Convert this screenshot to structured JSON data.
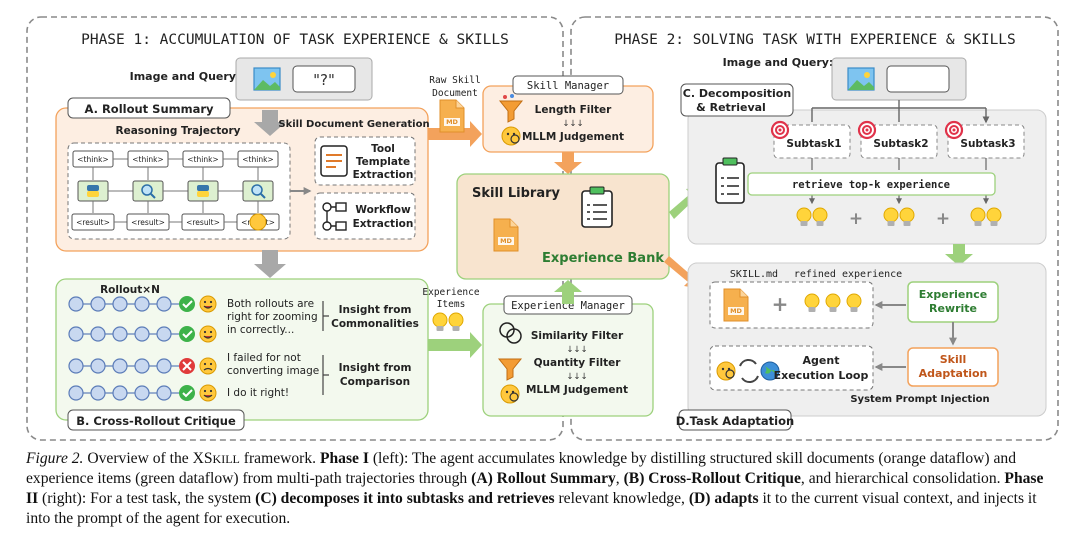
{
  "phase1": {
    "title": "PHASE 1: ACCUMULATION OF TASK EXPERIENCE & SKILLS",
    "image_query_label": "Image and Query:",
    "query_symbol": "\"?\"",
    "rollout_summary": "A. Rollout Summary",
    "reasoning_trajectory": "Reasoning Trajectory",
    "think_tag": "<think>",
    "result_tag": "<result>",
    "skill_doc_generation": "Skill Document Generation",
    "tool_template": [
      "Tool",
      "Template",
      "Extraction"
    ],
    "workflow": [
      "Workflow",
      "Extraction"
    ],
    "rollout_n": "Rollout×N",
    "bubble1": [
      "Both rollouts are",
      "right for zooming",
      "in correctly..."
    ],
    "bubble2": [
      "I failed for not",
      "converting image"
    ],
    "bubble3": "I do it right!",
    "insight1": [
      "Insight from",
      "Commonalities"
    ],
    "insight2": [
      "Insight from",
      "Comparison"
    ],
    "cross_rollout": "B. Cross-Rollout Critique"
  },
  "middle": {
    "raw_skill_doc": [
      "Raw Skill",
      "Document"
    ],
    "md": "MD",
    "skill_manager": "Skill Manager",
    "length_filter": "Length Filter",
    "arrows": "↓↓↓",
    "mllm_judgement": "MLLM Judgement",
    "skill_library": "Skill Library",
    "experience_bank": "Experience Bank",
    "experience_items": [
      "Experience",
      "Items"
    ],
    "experience_manager": "Experience Manager",
    "similarity_filter": "Similarity Filter",
    "quantity_filter": "Quantity Filter"
  },
  "phase2": {
    "title": "PHASE 2: SOLVING TASK WITH EXPERIENCE & SKILLS",
    "image_query_label": "Image and Query:",
    "decomposition": [
      "C. Decomposition",
      "& Retrieval"
    ],
    "subtasks": [
      "Subtask1",
      "Subtask2",
      "Subtask3"
    ],
    "retrieve": "retrieve top-k experience",
    "plus": "+",
    "skill_md": "SKILL.md",
    "refined": "refined experience",
    "experience_rewrite": [
      "Experience",
      "Rewrite"
    ],
    "skill_adaptation": [
      "Skill",
      "Adaptation"
    ],
    "agent_loop": [
      "Agent",
      "Execution Loop"
    ],
    "system_prompt": "System Prompt Injection",
    "task_adaptation": "D.Task Adaptation"
  },
  "caption": {
    "fig": "Figure 2.",
    "s1": " Overview of the XS",
    "s1b": "KILL",
    "s2": " framework. ",
    "p1": "Phase I",
    "s3": " (left): The agent accumulates knowledge by distilling structured skill documents (orange dataflow) and experience items (green dataflow) from multi-path trajectories through ",
    "a": "(A) Rollout Summary",
    "s4": ", ",
    "b": "(B) Cross-Rollout Critique",
    "s5": ", and hierarchical consolidation. ",
    "p2": "Phase II",
    "s6": " (right): For a test task, the system ",
    "c": "(C) decomposes it into subtasks and retrieves",
    "s7": " relevant knowledge, ",
    "d": "(D) adapts",
    "s8": " it to the current visual context, and injects it into the prompt of the agent for execution."
  },
  "colors": {
    "orange": "#F3A25C",
    "green": "#9DD17C",
    "box_orange_fill": "#FDEEE2",
    "box_green_fill": "#F3F9EE",
    "grey_fill": "#EFEFEF"
  }
}
